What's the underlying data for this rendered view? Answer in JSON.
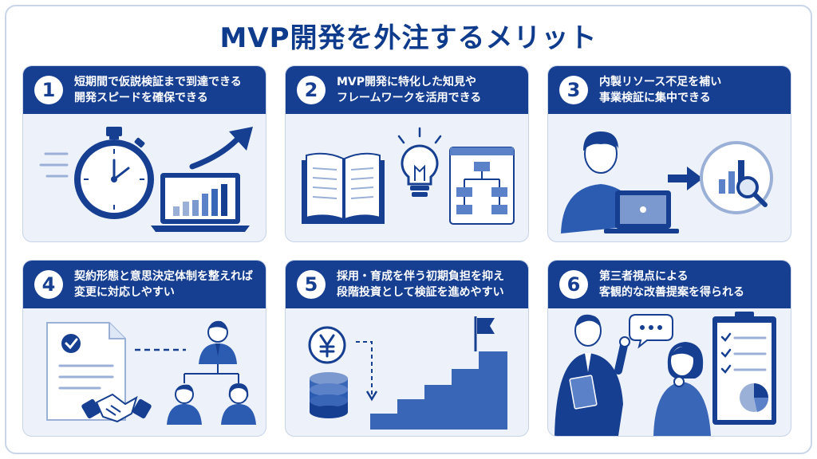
{
  "title": "MVP開発を外注するメリット",
  "colors": {
    "navy": "#163f91",
    "accent": "#1f4fae",
    "light_bg": "#edf2fa",
    "mid_blue": "#5b82c9"
  },
  "cards": [
    {
      "number": "1",
      "line1": "短期間で仮説検証まで到達できる",
      "line2": "開発スピードを確保できる",
      "icons": [
        "stopwatch-icon",
        "laptop-chart-icon",
        "trend-arrow-icon"
      ]
    },
    {
      "number": "2",
      "line1": "MVP開発に特化した知見や",
      "line2": "フレームワークを活用できる",
      "icons": [
        "open-book-icon",
        "lightbulb-icon",
        "flowchart-icon"
      ]
    },
    {
      "number": "3",
      "line1": "内製リソース不足を補い",
      "line2": "事業検証に集中できる",
      "icons": [
        "person-laptop-icon",
        "arrow-right-icon",
        "magnifier-chart-icon"
      ]
    },
    {
      "number": "4",
      "line1": "契約形態と意思決定体制を整えれば",
      "line2": "変更に対応しやすい",
      "icons": [
        "contract-document-icon",
        "handshake-icon",
        "org-chart-icon"
      ]
    },
    {
      "number": "5",
      "line1": "採用・育成を伴う初期負担を抑え",
      "line2": "段階投資として検証を進めやすい",
      "icons": [
        "yen-coin-icon",
        "coin-stack-icon",
        "staircase-flag-icon"
      ]
    },
    {
      "number": "6",
      "line1": "第三者視点による",
      "line2": "客観的な改善提案を得られる",
      "icons": [
        "consultant-icon",
        "speech-bubble-icon",
        "client-icon",
        "clipboard-report-icon"
      ]
    }
  ]
}
